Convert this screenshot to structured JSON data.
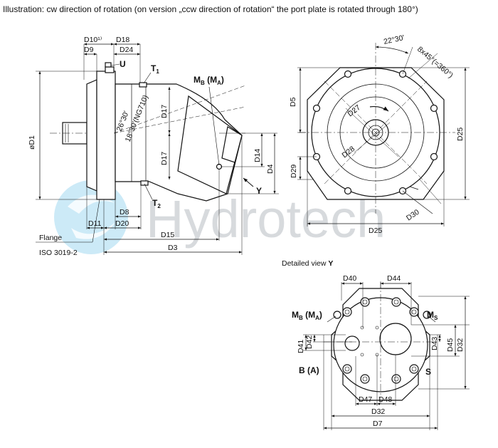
{
  "caption": "Illustration: cw direction of rotation (on version „ccw direction of rotation“ the port plate is rotated through 180°)",
  "watermark": "Hydrotech",
  "side_view": {
    "D10": "D10¹⁾",
    "D9": "D9",
    "D18": "D18",
    "D24": "D24",
    "U": "U",
    "T1": "T",
    "T1_sub": "1",
    "T2": "T",
    "T2_sub": "2",
    "MB": "M",
    "MB_sub": "B",
    "MB_paren": " (M",
    "MA_sub": "A",
    "MB_close": ")",
    "D17a": "D17",
    "D17b": "D17",
    "angle1": "26°30'",
    "angle2": "18°30'(NG710)",
    "D1": "øD1",
    "D8": "D8",
    "D11": "D11",
    "D20": "D20",
    "D15": "D15",
    "D3": "D3",
    "D14": "D14",
    "D4": "D4",
    "Y": "Y",
    "flange": "Flange",
    "iso": "ISO 3019-2"
  },
  "front_view": {
    "angle": "22°30'",
    "bolts": "8x45°(=360°)",
    "D5": "D5",
    "D27": "D27",
    "D28": "D28",
    "D25v": "D25",
    "D25h": "D25",
    "D29": "D29",
    "D30": "D30"
  },
  "detail_view": {
    "title_prefix": "Detailed view ",
    "title_y": "Y",
    "D40": "D40",
    "D44": "D44",
    "MB": "M",
    "MB_sub": "B",
    "MB_paren": " (M",
    "MA_sub": "A",
    "MB_close": ")",
    "MS": "M",
    "MS_sub": "S",
    "D41": "D41",
    "D42": "D42",
    "D43": "D43",
    "D45": "D45",
    "D32v": "D32",
    "BA": "B (A)",
    "S": "S",
    "D47": "D47",
    "D48": "D48",
    "D32h": "D32",
    "D7": "D7"
  }
}
